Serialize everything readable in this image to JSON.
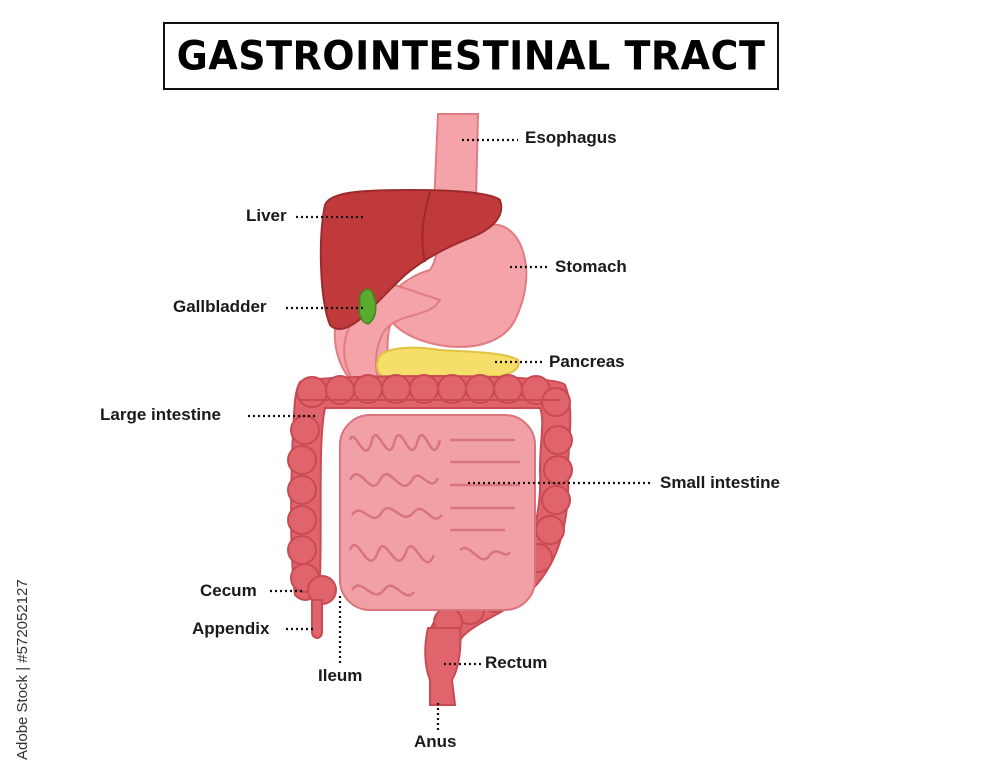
{
  "title": "GASTROINTESTINAL TRACT",
  "labels": {
    "esophagus": "Esophagus",
    "liver": "Liver",
    "stomach": "Stomach",
    "gallbladder": "Gallbladder",
    "pancreas": "Pancreas",
    "large_intestine": "Large intestine",
    "small_intestine": "Small intestine",
    "cecum": "Cecum",
    "appendix": "Appendix",
    "ileum": "Ileum",
    "rectum": "Rectum",
    "anus": "Anus"
  },
  "watermark": "Adobe Stock | #572052127",
  "colors": {
    "liver": "#c0393b",
    "stomach": "#f4a3a8",
    "gallbladder": "#5aab2e",
    "pancreas": "#f6de6a",
    "intestine": "#e0646c",
    "small_intestine": "#f1a1a6"
  }
}
